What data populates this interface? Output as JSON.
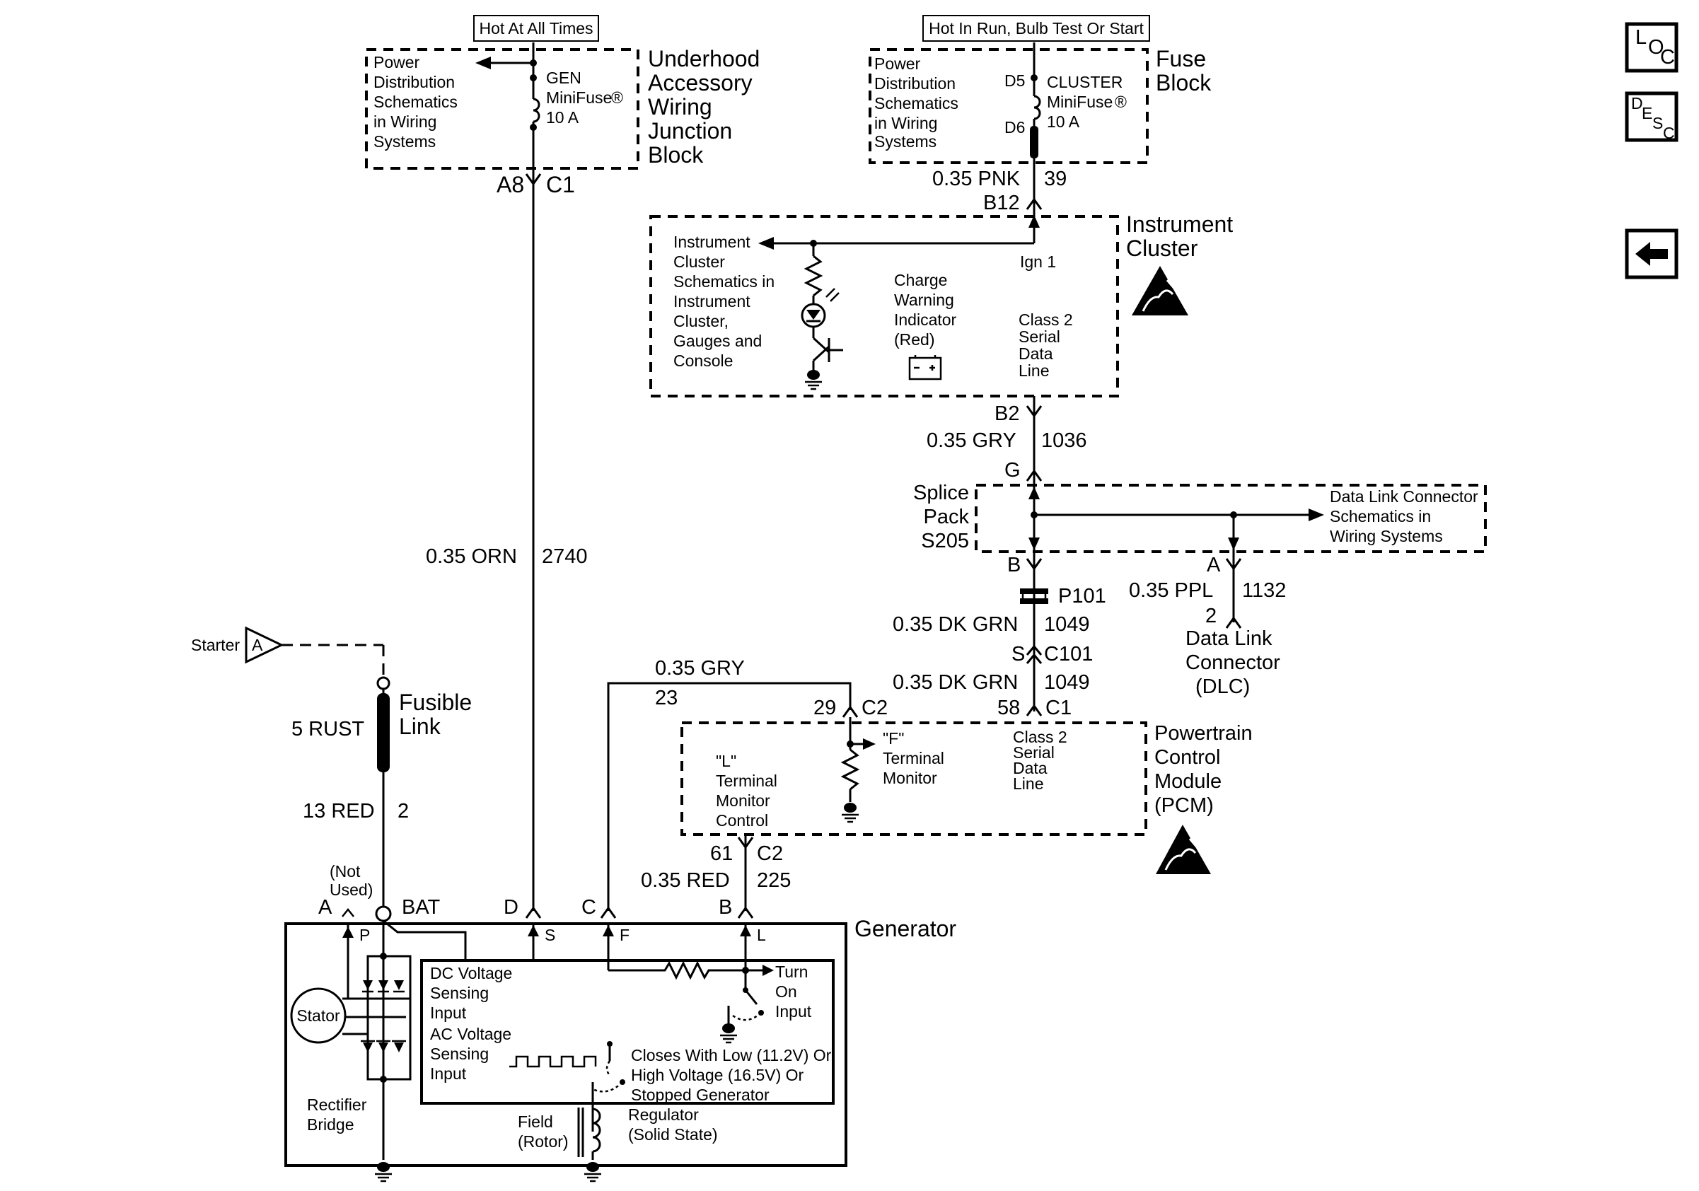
{
  "power_labels": {
    "hot_at_all_times": "Hot At All Times",
    "hot_in_run": "Hot In Run, Bulb Test Or Start"
  },
  "nav": {
    "loc": [
      "L",
      "O",
      "C"
    ],
    "desc": [
      "D",
      "E",
      "S",
      "C"
    ]
  },
  "underhood": {
    "ref": [
      "Power",
      "Distribution",
      "Schematics",
      "in Wiring",
      "Systems"
    ],
    "fuse": [
      "GEN",
      "MiniFuse",
      "10 A"
    ],
    "reg": "®",
    "title": [
      "Underhood",
      "Accessory",
      "Wiring",
      "Junction",
      "Block"
    ],
    "conn_a": "A8",
    "conn_b": "C1"
  },
  "fuse_block": {
    "ref": [
      "Power",
      "Distribution",
      "Schematics",
      "in Wiring",
      "Systems"
    ],
    "fuse": [
      "CLUSTER",
      "MiniFuse",
      "10 A"
    ],
    "reg": "®",
    "pin_top": "D5",
    "pin_bot": "D6",
    "title": [
      "Fuse",
      "Block"
    ]
  },
  "wire_pnk": {
    "gauge": "0.35 PNK",
    "circuit": "39",
    "pin": "B12"
  },
  "instrument_cluster": {
    "title": [
      "Instrument",
      "Cluster"
    ],
    "ref": [
      "Instrument",
      "Cluster",
      "Schematics in",
      "Instrument",
      "Cluster,",
      "Gauges and",
      "Console"
    ],
    "indicator": [
      "Charge",
      "Warning",
      "Indicator",
      "(Red)"
    ],
    "ign": "Ign 1",
    "serial": [
      "Class 2",
      "Serial",
      "Data",
      "Line"
    ],
    "pin_out": "B2"
  },
  "wire_gry_1036": {
    "gauge": "0.35 GRY",
    "circuit": "1036"
  },
  "splice": {
    "title": [
      "Splice",
      "Pack",
      "S205"
    ],
    "pin_in": "G",
    "pin_out": "B",
    "pin_dlc": "A",
    "ref": [
      "Data Link Connector",
      "Schematics in",
      "Wiring Systems"
    ]
  },
  "p101": "P101",
  "wire_dkgrn_1": {
    "gauge": "0.35 DK GRN",
    "circuit": "1049"
  },
  "c101": {
    "s": "S",
    "name": "C101"
  },
  "wire_dkgrn_2": {
    "gauge": "0.35 DK GRN",
    "circuit": "1049"
  },
  "wire_ppl": {
    "gauge": "0.35 PPL",
    "circuit": "1132",
    "pin": "2"
  },
  "dlc": [
    "Data Link",
    "Connector",
    "(DLC)"
  ],
  "wire_orn": {
    "gauge": "0.35 ORN",
    "circuit": "2740"
  },
  "starter": {
    "label": "Starter",
    "ref": "A"
  },
  "fusible_link": {
    "title": [
      "Fusible",
      "Link"
    ],
    "wire": "5 RUST"
  },
  "wire_red_2": {
    "gauge": "13 RED",
    "circuit": "2"
  },
  "wire_gry_23": {
    "gauge": "0.35 GRY",
    "circuit": "23",
    "pin": "29",
    "conn": "C2"
  },
  "pcm": {
    "title": [
      "Powertrain",
      "Control",
      "Module",
      "(PCM)"
    ],
    "l_label": [
      "\"L\"",
      "Terminal",
      "Monitor",
      "Control"
    ],
    "f_label": [
      "\"F\"",
      "Terminal",
      "Monitor"
    ],
    "serial": [
      "Class 2",
      "Serial",
      "Data",
      "Line"
    ],
    "pin_58": "58",
    "conn_c1": "C1",
    "pin_61": "61",
    "conn_c2": "C2"
  },
  "wire_red_225": {
    "gauge": "0.35 RED",
    "circuit": "225"
  },
  "generator": {
    "title": "Generator",
    "terminals": {
      "a": "A",
      "not_used": [
        "(Not",
        "Used)"
      ],
      "bat": "BAT",
      "d": "D",
      "c": "C",
      "b": "B"
    },
    "internal_pins": {
      "p": "P",
      "s": "S",
      "f": "F",
      "l": "L"
    },
    "stator": "Stator",
    "rectifier": [
      "Rectifier",
      "Bridge"
    ],
    "dc_sense": [
      "DC Voltage",
      "Sensing",
      "Input"
    ],
    "ac_sense": [
      "AC Voltage",
      "Sensing",
      "Input"
    ],
    "turn_on": [
      "Turn",
      "On",
      "Input"
    ],
    "closes": [
      "Closes With Low (11.2V) Or",
      "High Voltage (16.5V) Or",
      "Stopped Generator"
    ],
    "field": [
      "Field",
      "(Rotor)"
    ],
    "regulator": [
      "Regulator",
      "(Solid State)"
    ]
  }
}
